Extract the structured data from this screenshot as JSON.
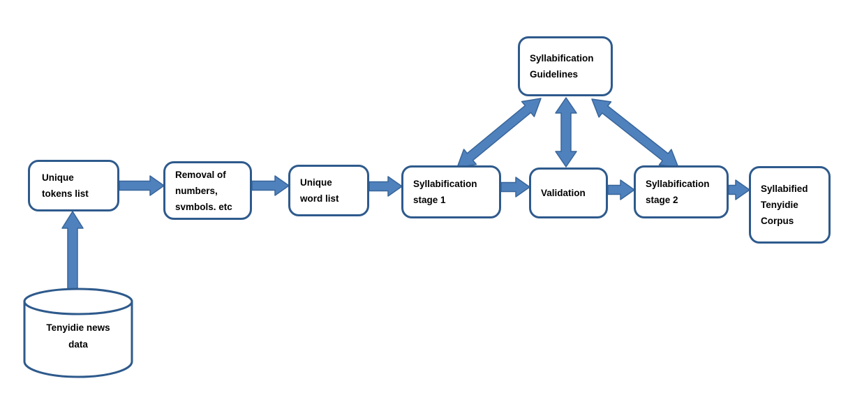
{
  "colors": {
    "background": "#ffffff",
    "box-border": "#2e5a8c",
    "arrow-fill": "#4f81bd",
    "arrow-stroke": "#38659a",
    "text": "#000000"
  },
  "nodes": {
    "guidelines": {
      "shape": "rounded-rect",
      "lines": [
        "Syllabification",
        "Guidelines"
      ]
    },
    "unique_tokens": {
      "shape": "rounded-rect",
      "lines": [
        "Unique",
        "tokens list"
      ]
    },
    "removal": {
      "shape": "rounded-rect",
      "lines": [
        "Removal of",
        "numbers,",
        "svmbols. etc"
      ]
    },
    "unique_words": {
      "shape": "rounded-rect",
      "lines": [
        "Unique",
        "word list"
      ]
    },
    "stage1": {
      "shape": "rounded-rect",
      "lines": [
        "Syllabification",
        "stage 1"
      ]
    },
    "validation": {
      "shape": "rounded-rect",
      "lines": [
        "Validation"
      ]
    },
    "stage2": {
      "shape": "rounded-rect",
      "lines": [
        "Syllabification",
        "stage 2"
      ]
    },
    "corpus": {
      "shape": "rounded-rect",
      "lines": [
        "Syllabified",
        "Tenyidie",
        "Corpus"
      ]
    },
    "datastore": {
      "shape": "cylinder",
      "lines": [
        "Tenyidie news",
        "data"
      ]
    }
  },
  "edges": [
    {
      "from": "Tenyidie news data",
      "to": "Unique tokens list",
      "direction": "one-way"
    },
    {
      "from": "Unique tokens list",
      "to": "Removal of numbers, svmbols. etc",
      "direction": "one-way"
    },
    {
      "from": "Removal of numbers, svmbols. etc",
      "to": "Unique word list",
      "direction": "one-way"
    },
    {
      "from": "Unique word list",
      "to": "Syllabification stage 1",
      "direction": "one-way"
    },
    {
      "from": "Syllabification stage 1",
      "to": "Validation",
      "direction": "one-way"
    },
    {
      "from": "Validation",
      "to": "Syllabification stage 2",
      "direction": "one-way"
    },
    {
      "from": "Syllabification stage 2",
      "to": "Syllabified Tenyidie Corpus",
      "direction": "one-way"
    },
    {
      "from": "Syllabification stage 1",
      "to": "Syllabification Guidelines",
      "direction": "two-way"
    },
    {
      "from": "Validation",
      "to": "Syllabification Guidelines",
      "direction": "two-way"
    },
    {
      "from": "Syllabification stage 2",
      "to": "Syllabification Guidelines",
      "direction": "two-way"
    }
  ]
}
